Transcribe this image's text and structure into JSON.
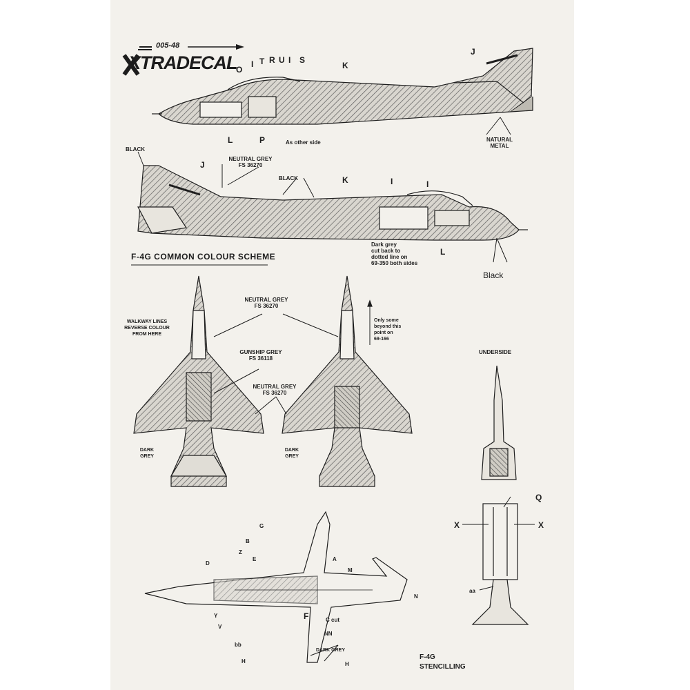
{
  "brand": {
    "code": "005-48",
    "name": "XTRADECAL"
  },
  "side_top": {
    "letters": [
      "O",
      "I",
      "T",
      "R",
      "U",
      "I",
      "S",
      "K",
      "J",
      "L",
      "P"
    ],
    "note_other_side": "As other side",
    "note_metal": "NATURAL\nMETAL"
  },
  "side_second": {
    "black_tail": "BLACK",
    "neutral_grey": "NEUTRAL GREY\nFS 36270",
    "black_mid": "BLACK",
    "letters": [
      "J",
      "K",
      "I",
      "I",
      "L"
    ],
    "dark_grey_note": "Dark grey\ncut back to\ndotted line on\n69-350 both sides",
    "black_nose": "Black",
    "scheme_title": "F-4G COMMON COLOUR SCHEME"
  },
  "plan_views": {
    "walkway": "WALKWAY LINES\nREVERSE COLOUR\nFROM HERE",
    "neutral_grey_top": "NEUTRAL GREY\nFS 36270",
    "gunship_grey": "GUNSHIP GREY\nFS 36118",
    "neutral_grey_low": "NEUTRAL GREY\nFS 36270",
    "dark_grey_left": "DARK\nGREY",
    "dark_grey_right": "DARK\nGREY",
    "only_some": "Only some\nbeyond this\npoint on\n69-166",
    "underside": "UNDERSIDE"
  },
  "stencil_view": {
    "letters": [
      "G",
      "B",
      "Z",
      "D",
      "E",
      "A",
      "M",
      "N",
      "F",
      "C cut",
      "Y",
      "V",
      "NN",
      "bb",
      "H",
      "H"
    ],
    "dark_grey": "DARK GREY",
    "title": "F-4G\nSTENCILLING"
  },
  "underside_small": {
    "letters": [
      "Q",
      "X",
      "X",
      "aa"
    ]
  },
  "colors": {
    "paper": "#f3f1ec",
    "ink": "#1e1e1e",
    "hatch": "#6d6d6d"
  }
}
